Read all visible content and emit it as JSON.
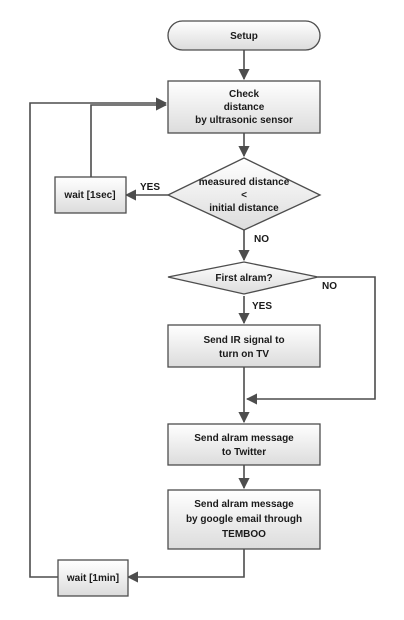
{
  "colors": {
    "box_gradient_top": "#ffffff",
    "box_gradient_bottom": "#dcdcdc",
    "stroke": "#4d4d4d",
    "text": "#1a1a1a"
  },
  "nodes": {
    "start": {
      "label": "Setup",
      "shape": "terminator"
    },
    "check_distance": {
      "lines": [
        "Check",
        "distance",
        "by ultrasonic sensor"
      ],
      "shape": "process"
    },
    "decision_distance": {
      "lines": [
        "measured distance",
        "<",
        "initial distance"
      ],
      "shape": "decision"
    },
    "wait_1sec": {
      "label": "wait [1sec]",
      "shape": "process"
    },
    "decision_first_alarm": {
      "label": "First alram?",
      "shape": "decision"
    },
    "send_ir": {
      "lines": [
        "Send IR signal to",
        "turn on TV"
      ],
      "shape": "process"
    },
    "send_twitter": {
      "lines": [
        "Send alram message",
        "to Twitter"
      ],
      "shape": "process"
    },
    "send_email": {
      "lines": [
        "Send alram message",
        "by google email through",
        "TEMBOO"
      ],
      "shape": "process"
    },
    "wait_1min": {
      "label": "wait [1min]",
      "shape": "process"
    }
  },
  "edge_labels": {
    "distance_yes": "YES",
    "distance_no": "NO",
    "first_alarm_yes": "YES",
    "first_alarm_no": "NO"
  }
}
